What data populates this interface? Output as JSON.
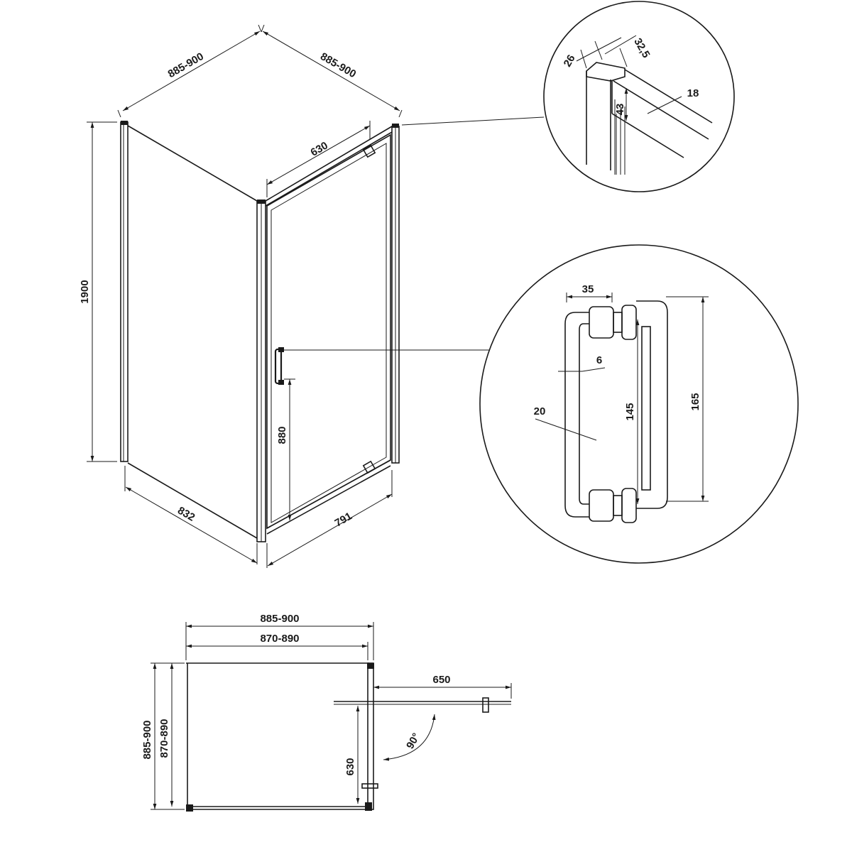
{
  "iso": {
    "top_left_width": "885-900",
    "top_right_width": "885-900",
    "height": "1900",
    "door_width": "630",
    "handle_height": "880",
    "bottom_left": "832",
    "bottom_right": "791"
  },
  "detail_top": {
    "d26": "26",
    "d32_5": "32,5",
    "d18": "18",
    "d43": "43"
  },
  "detail_handle": {
    "d35": "35",
    "d6": "6",
    "d20": "20",
    "d145": "145",
    "d165": "165"
  },
  "plan": {
    "outer_width": "885-900",
    "inner_width": "870-890",
    "outer_depth": "885-900",
    "inner_depth": "870-890",
    "door_open": "650",
    "door_panel": "630",
    "angle": "90°"
  }
}
